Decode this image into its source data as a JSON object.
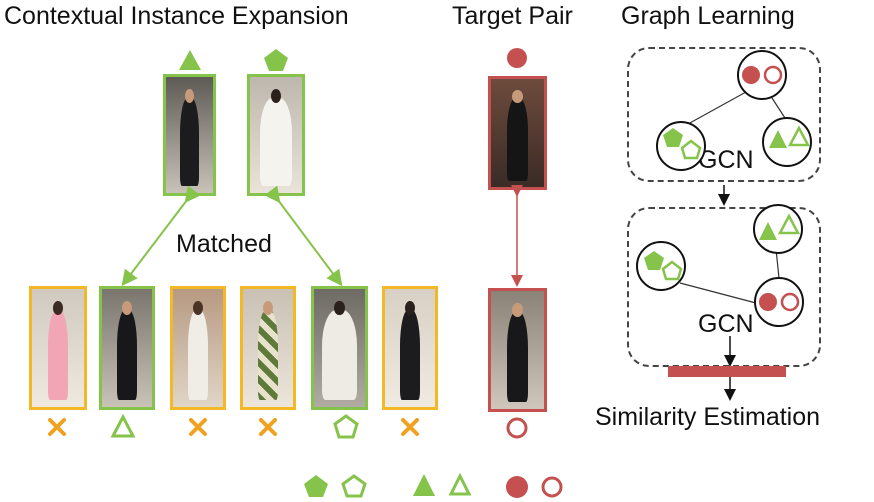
{
  "headings": {
    "expansion": "Contextual Instance Expansion",
    "target_pair": "Target Pair",
    "graph_learning": "Graph Learning"
  },
  "matched_label": "Matched",
  "gcn_labels": [
    "GCN",
    "GCN"
  ],
  "similarity_label": "Similarity Estimation",
  "colors": {
    "green": "#86c34b",
    "yellow": "#f2b826",
    "red": "#c45050",
    "orange_x": "#f0a11f"
  },
  "context_photos": [
    {
      "marker": "filled-triangle",
      "subject": "man in black suit"
    },
    {
      "marker": "filled-pentagon",
      "subject": "bride in white gown"
    }
  ],
  "gallery_photos": [
    {
      "border": "yellow",
      "marker": "cross",
      "subject": "woman in pink dress"
    },
    {
      "border": "green",
      "marker": "outline-triangle",
      "subject": "man in black suit"
    },
    {
      "border": "yellow",
      "marker": "cross",
      "subject": "woman in white outfit"
    },
    {
      "border": "yellow",
      "marker": "cross",
      "subject": "man in patterned shirt"
    },
    {
      "border": "green",
      "marker": "outline-pentagon",
      "subject": "bride in white gown"
    },
    {
      "border": "yellow",
      "marker": "cross",
      "subject": "woman in black dress"
    }
  ],
  "target_photos": [
    {
      "marker": "filled-circle",
      "subject": "groom in black suit"
    },
    {
      "marker": "outline-circle",
      "subject": "groom in black suit"
    }
  ],
  "legend_pairs": [
    "pentagon",
    "triangle",
    "circle"
  ]
}
